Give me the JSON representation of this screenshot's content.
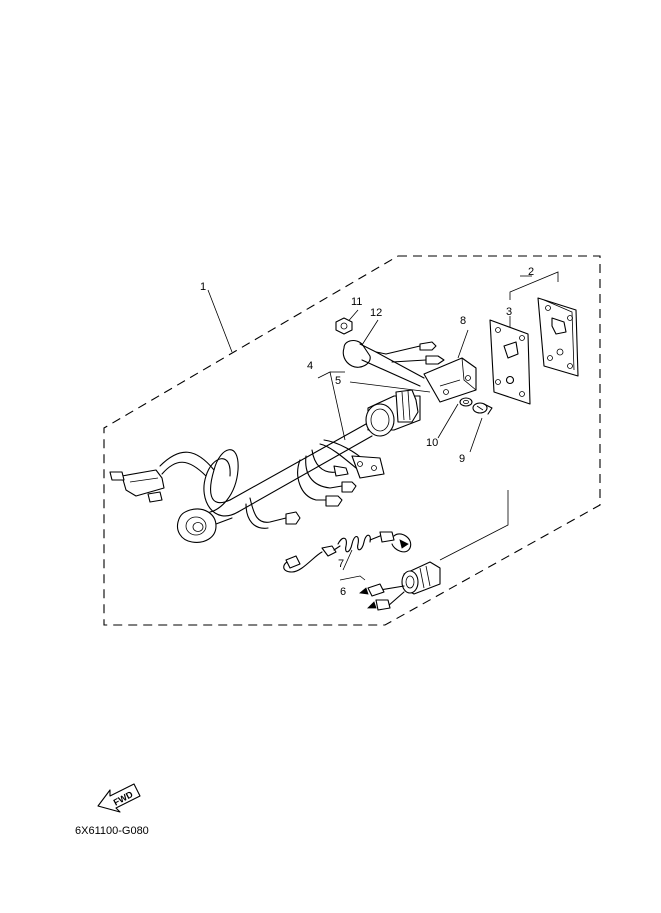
{
  "callouts": [
    {
      "id": "1",
      "text": "1"
    },
    {
      "id": "2",
      "text": "2"
    },
    {
      "id": "3",
      "text": "3"
    },
    {
      "id": "4",
      "text": "4"
    },
    {
      "id": "5",
      "text": "5"
    },
    {
      "id": "6",
      "text": "6"
    },
    {
      "id": "7",
      "text": "7"
    },
    {
      "id": "8",
      "text": "8"
    },
    {
      "id": "9",
      "text": "9"
    },
    {
      "id": "10",
      "text": "10"
    },
    {
      "id": "11",
      "text": "11"
    },
    {
      "id": "12",
      "text": "12"
    }
  ],
  "fwd_indicator": {
    "text": "FWD"
  },
  "drawing_code": "6X61100-G080"
}
